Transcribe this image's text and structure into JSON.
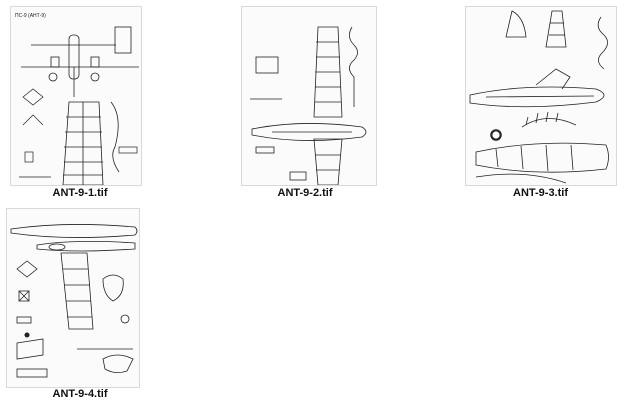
{
  "thumbnails": [
    {
      "filename": "ANT-9-1.tif",
      "header_text": "ПС-9 (АНТ-9)"
    },
    {
      "filename": "ANT-9-2.tif"
    },
    {
      "filename": "ANT-9-3.tif"
    },
    {
      "filename": "ANT-9-4.tif"
    }
  ],
  "colors": {
    "background": "#ffffff",
    "label_text": "#111111",
    "drawing_line": "#222222"
  },
  "icons": [
    "drawing-thumbnail-icon"
  ]
}
